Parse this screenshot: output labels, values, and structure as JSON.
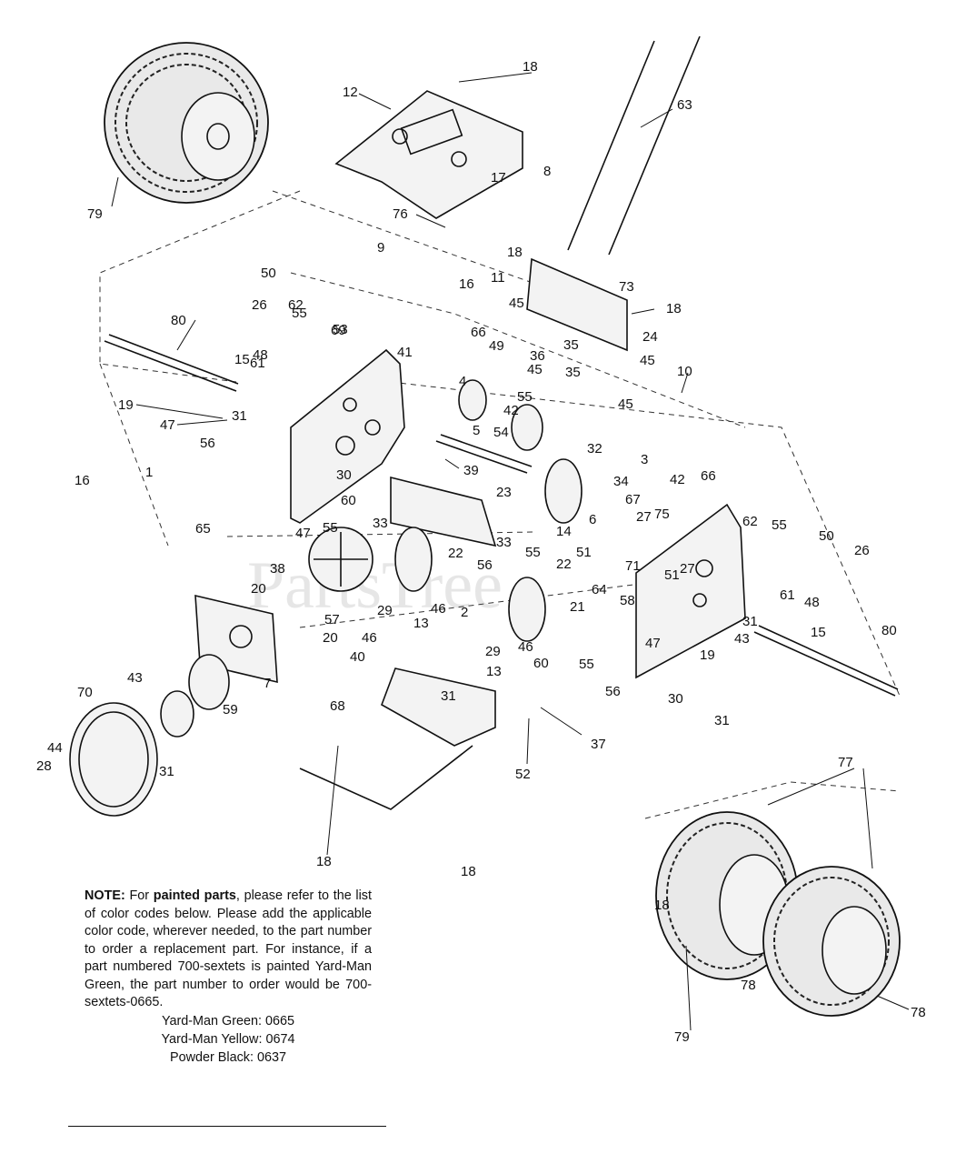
{
  "watermark": "PartsTree",
  "note": {
    "lead": "NOTE:",
    "text_1": " For ",
    "bold": "painted parts",
    "text_2": ", please refer to the list of color codes below. Please add the applicable color code, wherever needed, to the part number to order a replacement part. For instance, if a part numbered 700-sextets is painted Yard-Man Green, the part number to order would be 700-sextets-0665.",
    "color_codes": [
      "Yard-Man Green: 0665",
      "Yard-Man Yellow: 0674",
      "Powder Black: 0637"
    ]
  },
  "callouts": [
    "1",
    "2",
    "3",
    "4",
    "5",
    "6",
    "7",
    "8",
    "9",
    "10",
    "11",
    "12",
    "13",
    "13",
    "14",
    "15",
    "15",
    "16",
    "16",
    "17",
    "18",
    "18",
    "18",
    "18",
    "18",
    "18",
    "19",
    "19",
    "20",
    "20",
    "21",
    "22",
    "22",
    "23",
    "24",
    "26",
    "26",
    "27",
    "27",
    "28",
    "29",
    "29",
    "30",
    "30",
    "31",
    "31",
    "31",
    "31",
    "31",
    "32",
    "33",
    "33",
    "34",
    "35",
    "35",
    "36",
    "37",
    "38",
    "39",
    "40",
    "41",
    "42",
    "42",
    "43",
    "43",
    "44",
    "45",
    "45",
    "45",
    "45",
    "46",
    "46",
    "46",
    "47",
    "47",
    "47",
    "48",
    "48",
    "49",
    "50",
    "50",
    "51",
    "51",
    "52",
    "53",
    "54",
    "55",
    "55",
    "55",
    "55",
    "55",
    "55",
    "56",
    "56",
    "56",
    "57",
    "58",
    "59",
    "60",
    "60",
    "61",
    "61",
    "62",
    "62",
    "63",
    "64",
    "65",
    "66",
    "66",
    "67",
    "68",
    "69",
    "70",
    "71",
    "73",
    "75",
    "76",
    "77",
    "78",
    "78",
    "79",
    "79",
    "80",
    "80"
  ]
}
